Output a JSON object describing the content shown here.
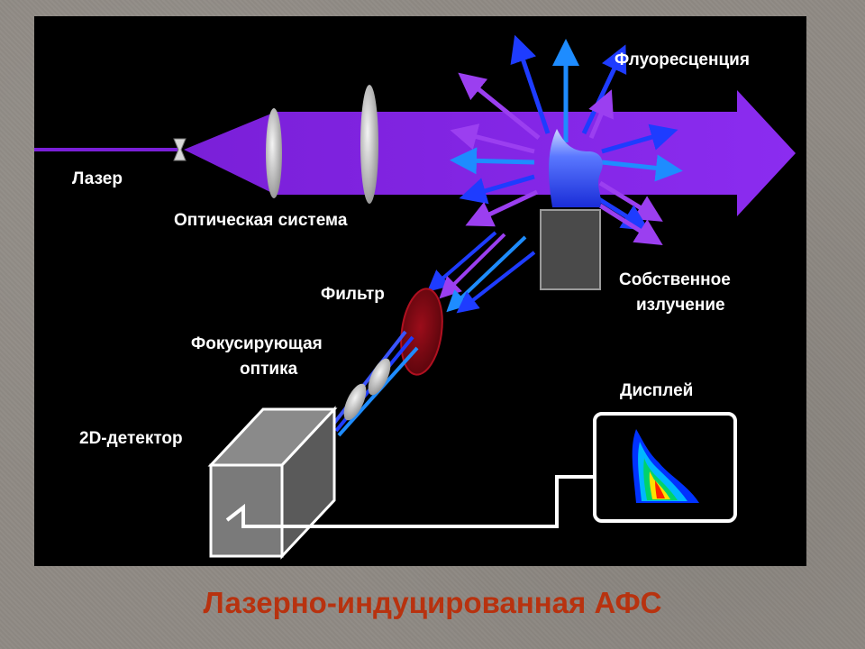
{
  "slide": {
    "title": "Лазерно-индуцированная АФС",
    "title_color": "#b8320f",
    "background_color": "#8f8a84",
    "panel_color": "#000000"
  },
  "labels": {
    "laser": "Лазер",
    "optics": "Оптическая система",
    "fluorescence": "Флуоресценция",
    "emission_line1": "Собственное",
    "emission_line2": "излучение",
    "filter": "Фильтр",
    "focusing_line1": "Фокусирующая",
    "focusing_line2": "оптика",
    "detector": "2D-детектор",
    "display": "Дисплей"
  },
  "colors": {
    "beam": "#8a2be2",
    "fluorescence_arrows": [
      "#1e3cff",
      "#1e8cff",
      "#9b3ff0"
    ],
    "flame": "#3a55ff",
    "filter": "#7a0a12",
    "detector": "#7a7a7a"
  }
}
